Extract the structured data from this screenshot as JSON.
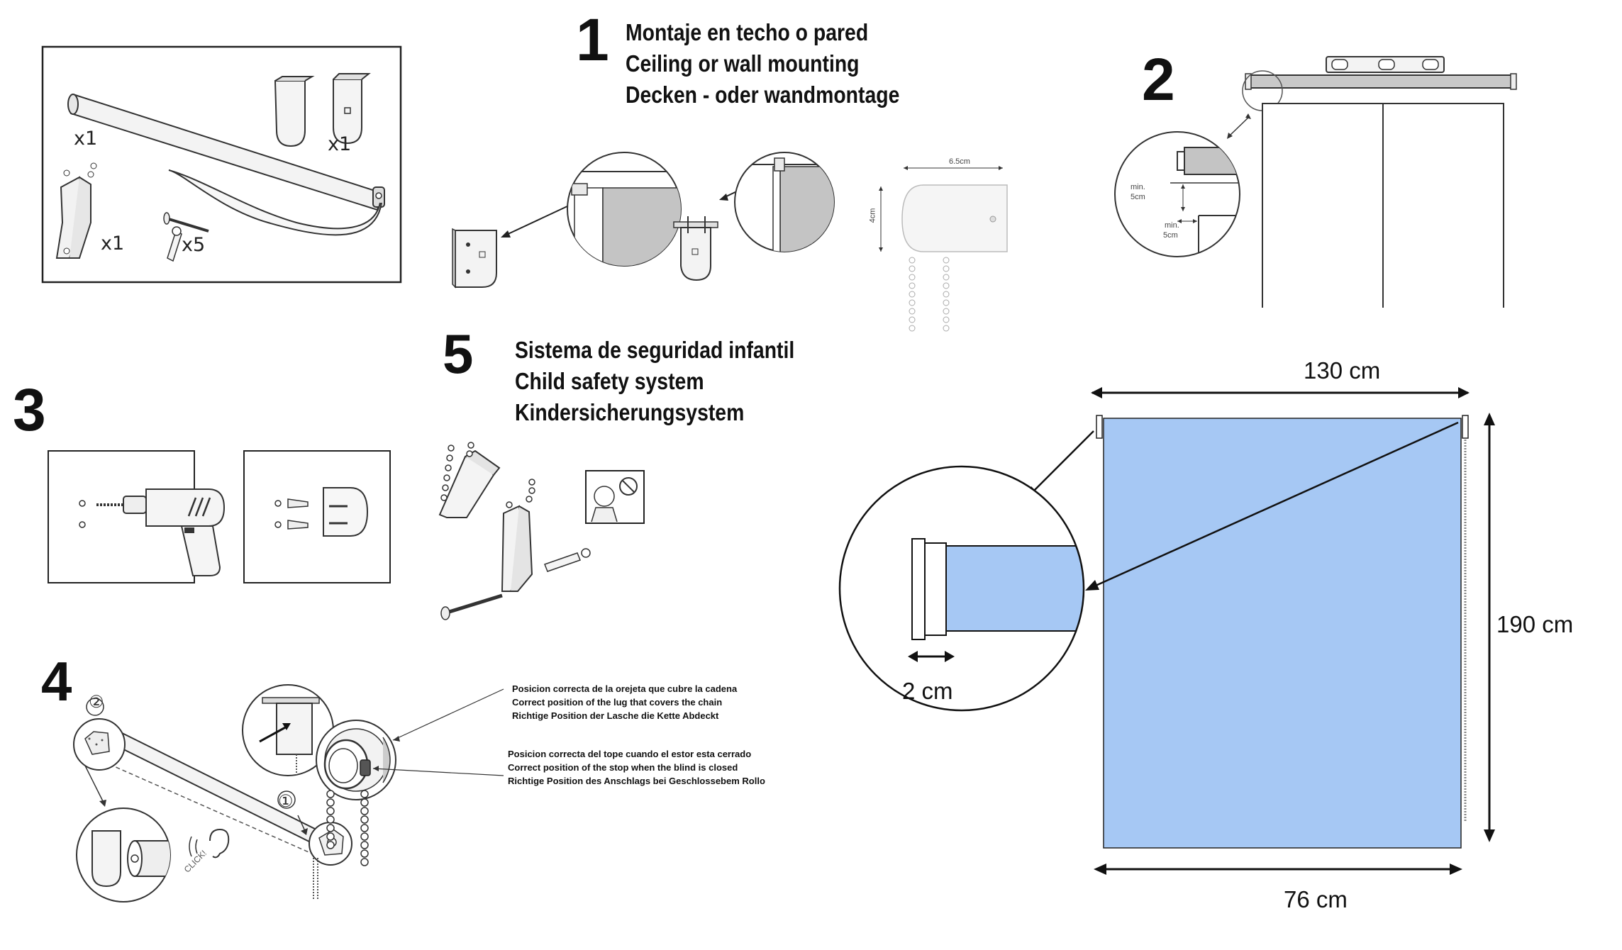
{
  "step1": {
    "number": "1",
    "lines": [
      "Montaje en techo o pared",
      "Ceiling or wall mounting",
      "Decken - oder wandmontage"
    ],
    "dim_width": "6.5cm",
    "dim_height": "4cm"
  },
  "parts": {
    "roller_qty": "x1",
    "brackets_qty": "x1",
    "clip_qty": "x1",
    "screws_qty": "x5"
  },
  "step2": {
    "number": "2",
    "min_label": "min.",
    "clearance": "5cm"
  },
  "step3": {
    "number": "3"
  },
  "step4": {
    "number": "4",
    "marker_1": "①",
    "marker_2": "②",
    "click_text": "CLICK!",
    "notes": [
      [
        "Posicion correcta de la orejeta que cubre la cadena",
        "Correct position of the lug that covers the chain",
        "Richtige Position der Lasche die Kette Abdeckt"
      ],
      [
        "Posicion correcta del tope cuando el estor esta cerrado",
        "Correct position of the stop when the blind is closed",
        "Richtige Position des Anschlags bei Geschlossebem Rollo"
      ]
    ]
  },
  "step5": {
    "number": "5",
    "lines": [
      "Sistema de seguridad infantil",
      "Child safety system",
      "Kindersicherungsystem"
    ]
  },
  "dimensions": {
    "total_width": "130 cm",
    "fabric_width": "76 cm",
    "height": "190 cm",
    "bracket_offset": "2 cm"
  },
  "colors": {
    "fabric": "#a6c8f4",
    "line": "#111111",
    "panel_gray": "#c4c4c4"
  }
}
